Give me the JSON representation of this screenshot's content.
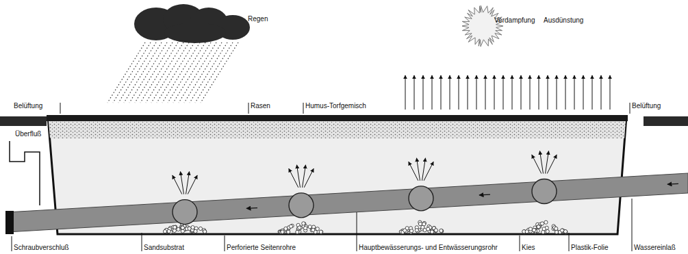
{
  "diagram": {
    "labels": [
      "Regen",
      "Verdampfung",
      "Ausdünstung",
      "Belüftung",
      "Rasen",
      "Humus-Torfgemisch",
      "Belüftung",
      "Überfluß",
      "Schraubverschluß",
      "Sandsubstrat",
      "Perforierte Seitenrohre",
      "Hauptbewässerungs- und Entwässerungsrohr",
      "Kies",
      "Plastik-Folie",
      "Wassereinlaß"
    ]
  }
}
